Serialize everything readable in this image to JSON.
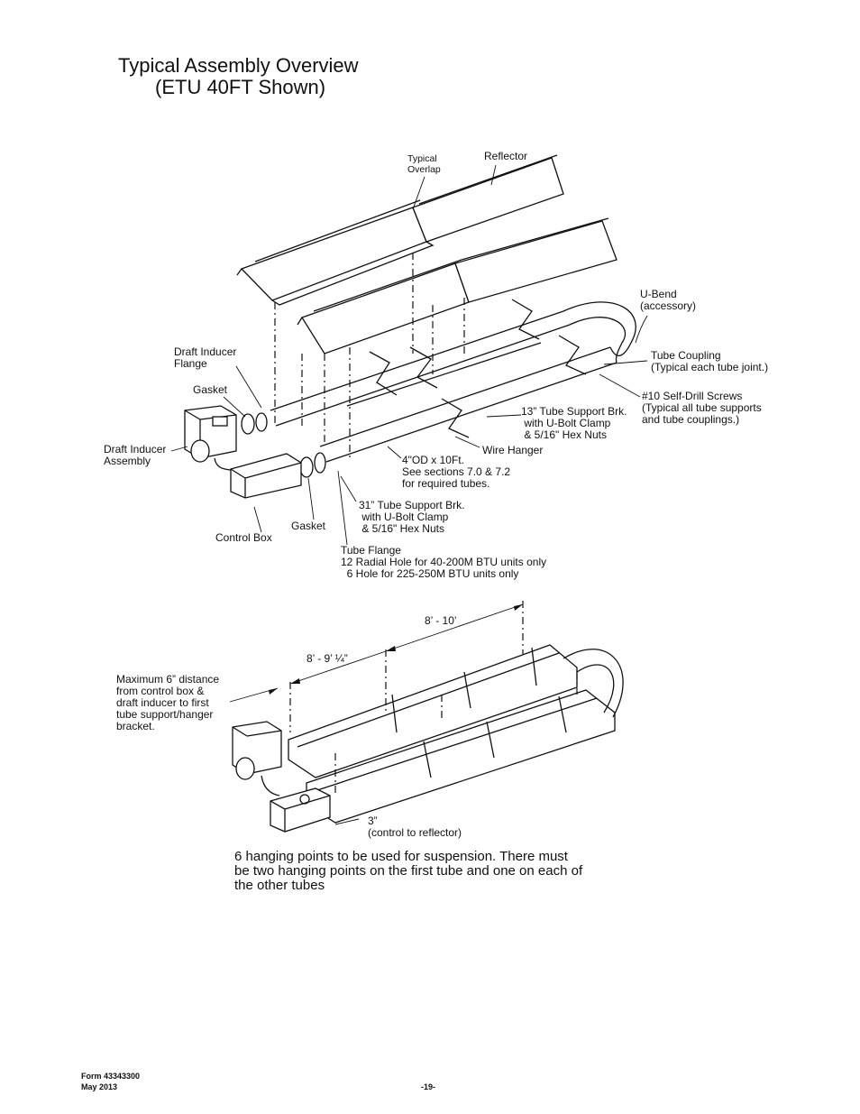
{
  "title": {
    "line1": "Typical Assembly Overview",
    "line2": "(ETU 40FT Shown)"
  },
  "labels": {
    "typical_overlap": "Typical\nOverlap",
    "reflector": "Reflector",
    "u_bend": "U-Bend\n(accessory)",
    "tube_coupling": "Tube Coupling\n(Typical each tube joint.)",
    "self_drill_screws": "#10 Self-Drill Screws\n(Typical all tube supports\nand tube couplings.)",
    "tube_support_13": "13” Tube Support Brk.\n with U-Bolt Clamp\n & 5/16\" Hex Nuts",
    "wire_hanger": "Wire Hanger",
    "tube_4od": "4\"OD x 10Ft.\nSee sections 7.0 & 7.2\nfor required tubes.",
    "draft_inducer_flange": "Draft Inducer\nFlange",
    "gasket_top": "Gasket",
    "draft_inducer_assembly": "Draft Inducer\nAssembly",
    "tube_support_31": "31” Tube Support Brk.\n with U-Bolt Clamp\n & 5/16\" Hex Nuts",
    "gasket_bottom": "Gasket",
    "control_box": "Control Box",
    "tube_flange": "Tube Flange\n12 Radial Hole for 40-200M BTU units only\n  6 Hole for 225-250M BTU units only"
  },
  "dimensions": {
    "span_long": "8’ - 10’",
    "span_short": "8’ - 9’ ¼”",
    "max_distance": "Maximum 6” distance\nfrom control box &\ndraft inducer to first\ntube support/hanger\nbracket.",
    "control_to_reflector": "3”\n(control to reflector)"
  },
  "note": "6 hanging points to be used for suspension. There must be two hanging points on the first tube and one on each of the other tubes",
  "footer": {
    "form": "Form 43343300",
    "date": "May 2013",
    "page": "-19-"
  }
}
